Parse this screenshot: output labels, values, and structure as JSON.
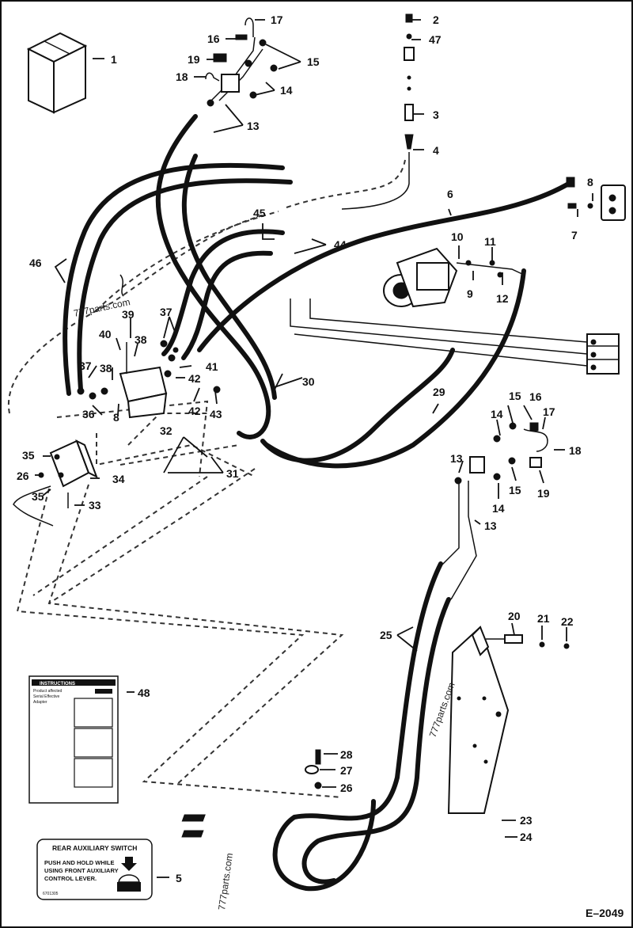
{
  "diagram_code": "E–2049",
  "watermarks": [
    "777parts.com",
    "777parts.com",
    "777parts.com"
  ],
  "callouts": {
    "c1": "1",
    "c2": "2",
    "c3": "3",
    "c4": "4",
    "c5": "5",
    "c6": "6",
    "c7": "7",
    "c8": "8",
    "c8b": "8",
    "c9": "9",
    "c10": "10",
    "c11": "11",
    "c12": "12",
    "c13a": "13",
    "c13b": "13",
    "c13c": "13",
    "c14a": "14",
    "c14b": "14",
    "c14c": "14",
    "c15a": "15",
    "c15b": "15",
    "c15c": "15",
    "c16a": "16",
    "c16b": "16",
    "c17a": "17",
    "c17b": "17",
    "c18a": "18",
    "c18b": "18",
    "c19a": "19",
    "c19b": "19",
    "c20": "20",
    "c21": "21",
    "c22": "22",
    "c23": "23",
    "c24": "24",
    "c25": "25",
    "c26a": "26",
    "c26b": "26",
    "c27": "27",
    "c28": "28",
    "c29": "29",
    "c30": "30",
    "c31": "31",
    "c32": "32",
    "c33": "33",
    "c34": "34",
    "c35a": "35",
    "c35b": "35",
    "c36": "36",
    "c37a": "37",
    "c37b": "37",
    "c38a": "38",
    "c38b": "38",
    "c39": "39",
    "c40": "40",
    "c41": "41",
    "c42a": "42",
    "c42b": "42",
    "c43": "43",
    "c44": "44",
    "c45": "45",
    "c46": "46",
    "c47": "47",
    "c48": "48"
  },
  "instruction_decal": {
    "title": "INSTRUCTIONS",
    "lines": [
      "Product affected",
      "Serial Effective",
      "Adapter"
    ]
  },
  "switch_decal": {
    "title": "REAR AUXILIARY SWITCH",
    "line1": "PUSH AND HOLD WHILE",
    "line2": "USING FRONT AUXILIARY",
    "line3": "CONTROL LEVER.",
    "part_no": "6701305"
  }
}
